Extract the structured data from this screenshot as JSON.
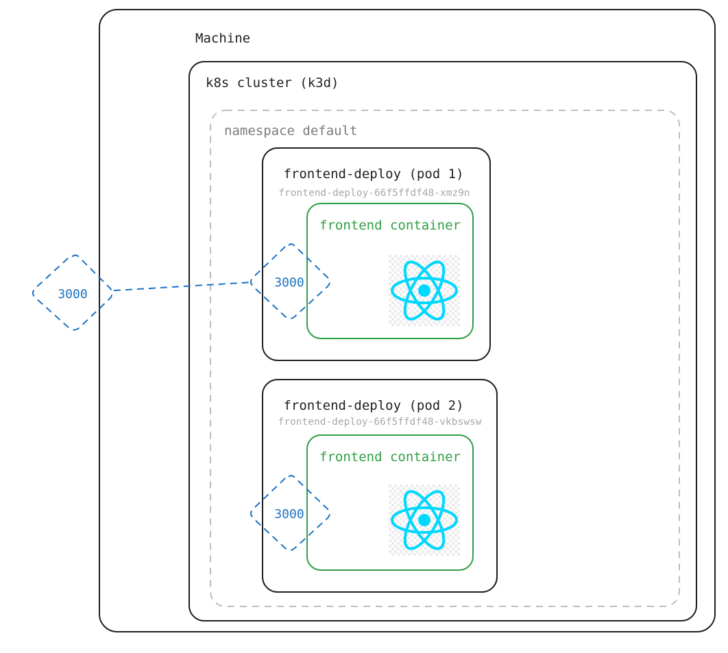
{
  "machine": {
    "label": "Machine"
  },
  "cluster": {
    "label": "k8s cluster (k3d)"
  },
  "namespace": {
    "label": "namespace default"
  },
  "host_port": {
    "label": "3000"
  },
  "pods": [
    {
      "title": "frontend-deploy (pod 1)",
      "pod_name": "frontend-deploy-66f5ffdf48-xmz9n",
      "container_label": "frontend container",
      "port_label": "3000",
      "icon": "react-icon"
    },
    {
      "title": "frontend-deploy (pod 2)",
      "pod_name": "frontend-deploy-66f5ffdf48-vkbswsw",
      "container_label": "frontend container",
      "port_label": "3000",
      "icon": "react-icon"
    }
  ],
  "colors": {
    "stroke": "#1e1e1e",
    "namespace_stroke": "#bdbdbd",
    "namespace_text": "#7a7a7a",
    "pod_name_text": "#a8a8a8",
    "container": "#2f9e44",
    "port": "#1971c2",
    "react": "#00d8ff"
  }
}
